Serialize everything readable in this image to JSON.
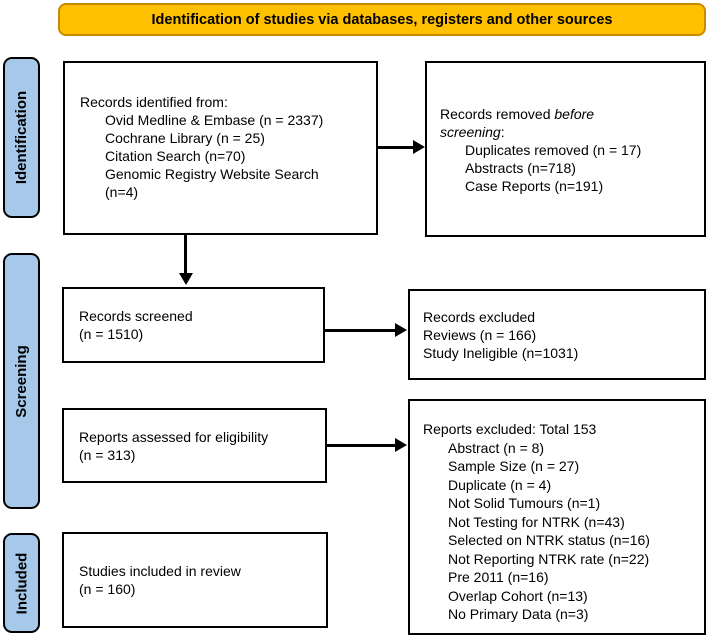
{
  "header": {
    "title": "Identification of studies via databases, registers and other sources"
  },
  "colors": {
    "header_fill": "#FFC000",
    "header_border": "#C88A00",
    "stage_fill": "#A6C9E9",
    "box_border": "#000000"
  },
  "stages": {
    "identification": "Identification",
    "screening": "Screening",
    "included": "Included"
  },
  "boxes": {
    "records_identified": {
      "title": "Records identified from:",
      "items": [
        "Ovid Medline & Embase (n = 2337)",
        "Cochrane Library (n = 25)",
        "Citation Search (n=70)",
        "Genomic Registry Website Search",
        "(n=4)"
      ]
    },
    "records_removed": {
      "line1_normal": "Records removed ",
      "line1_italic": "before",
      "line2_italic": "screening",
      "line2_normal": ":",
      "items": [
        "Duplicates removed (n = 17)",
        "Abstracts (n=718)",
        "Case Reports (n=191)"
      ]
    },
    "records_screened": {
      "line1": "Records screened",
      "line2": "(n = 1510)"
    },
    "records_excluded": {
      "lines": [
        "Records excluded",
        "Reviews (n = 166)",
        "Study Ineligible (n=1031)"
      ]
    },
    "reports_assessed": {
      "line1": "Reports assessed for eligibility",
      "line2": "(n = 313)"
    },
    "reports_excluded": {
      "title": "Reports excluded: Total 153",
      "items": [
        "Abstract (n = 8)",
        "Sample Size (n = 27)",
        "Duplicate (n = 4)",
        "Not Solid Tumours (n=1)",
        "Not Testing for NTRK (n=43)",
        "Selected on NTRK status (n=16)",
        "Not Reporting NTRK rate (n=22)",
        "Pre 2011 (n=16)",
        "Overlap Cohort (n=13)",
        "No Primary Data (n=3)"
      ]
    },
    "studies_included": {
      "line1": "Studies included in review",
      "line2": "(n = 160)"
    }
  }
}
